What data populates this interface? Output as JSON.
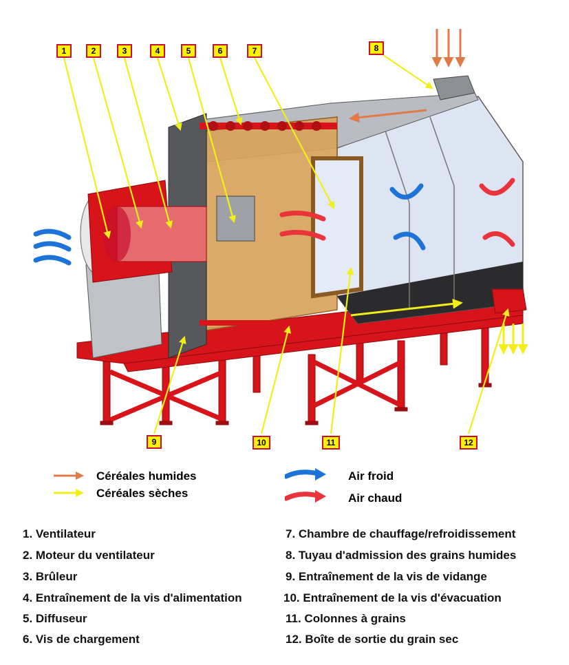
{
  "callouts": [
    "1",
    "2",
    "3",
    "4",
    "5",
    "6",
    "7",
    "8",
    "9",
    "10",
    "11",
    "12"
  ],
  "legend": {
    "wet_grain": "Céréales humides",
    "dry_grain": "Céréales sèches",
    "cold_air": "Air froid",
    "hot_air": "Air chaud"
  },
  "colors": {
    "frame_red": "#d7141a",
    "callout_fill": "#fff200",
    "callout_border": "#c8102e",
    "wet_arrow": "#e07a47",
    "dry_arrow": "#f2ee1c",
    "cold_arrow": "#1e73d8",
    "hot_arrow": "#e8343a",
    "wood": "#d9a35c",
    "panel": "#dde4f2"
  },
  "items": [
    "1. Ventilateur",
    "2. Moteur du ventilateur",
    "3. Brûleur",
    "4. Entraînement de la vis d'alimentation",
    "5. Diffuseur",
    "6. Vis de chargement",
    "7. Chambre de chauffage/refroidissement",
    "8. Tuyau d'admission des grains humides",
    "9. Entraînement de la vis de vidange",
    "10. Entraînement de la vis d'évacuation",
    "11. Colonnes à grains",
    "12. Boîte de sortie du grain sec"
  ]
}
